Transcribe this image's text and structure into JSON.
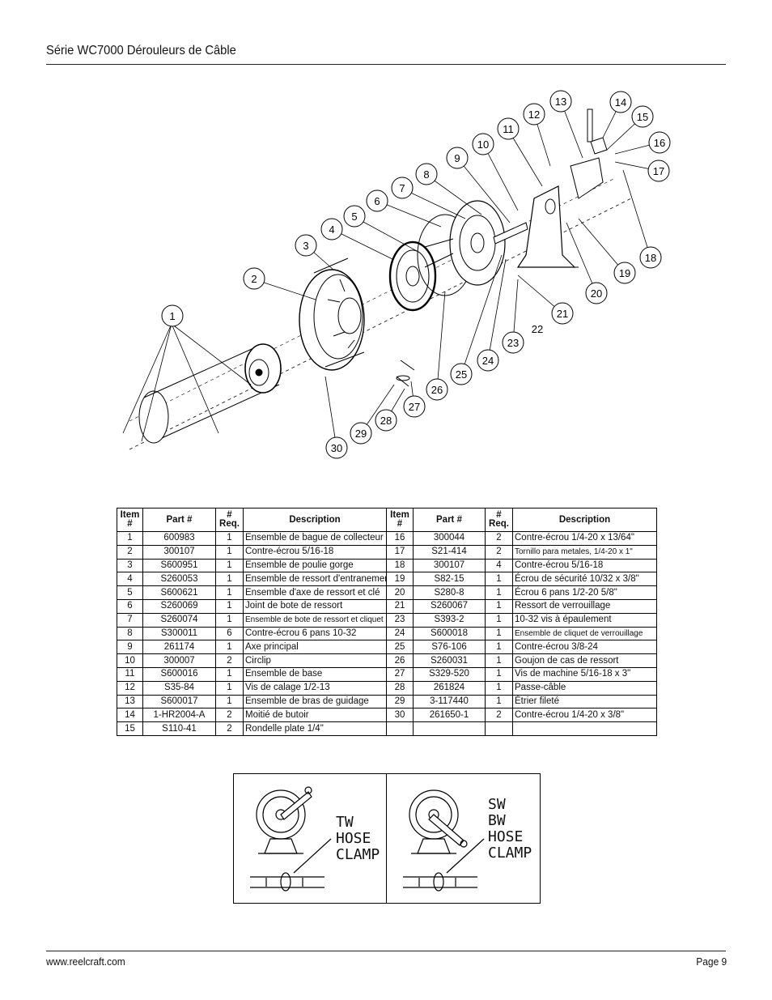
{
  "header": {
    "title": "Série WC7000 Dérouleurs de Câble"
  },
  "diagram": {
    "callouts": [
      "1",
      "2",
      "3",
      "4",
      "5",
      "6",
      "7",
      "8",
      "9",
      "10",
      "11",
      "12",
      "13",
      "14",
      "15",
      "16",
      "17",
      "18",
      "19",
      "20",
      "21",
      "22",
      "23",
      "24",
      "25",
      "26",
      "27",
      "28",
      "29",
      "30"
    ]
  },
  "table": {
    "headers": [
      "Item #",
      "Part #",
      "# Req.",
      "Description",
      "Item #",
      "Part #",
      "# Req.",
      "Description"
    ],
    "rows": [
      [
        "1",
        "600983",
        "1",
        "Ensemble de bague de collecteur",
        "16",
        "300044",
        "2",
        "Contre-écrou 1/4-20 x 13/64\""
      ],
      [
        "2",
        "300107",
        "1",
        "Contre-écrou 5/16-18",
        "17",
        "S21-414",
        "2",
        "Tornillo para metales, 1/4-20 x 1\""
      ],
      [
        "3",
        "S600951",
        "1",
        "Ensemble de poulie gorge",
        "18",
        "300107",
        "4",
        "Contre-écrou 5/16-18"
      ],
      [
        "4",
        "S260053",
        "1",
        "Ensemble de ressort d'entranement",
        "19",
        "S82-15",
        "1",
        "Écrou de sécurité 10/32 x 3/8\""
      ],
      [
        "5",
        "S600621",
        "1",
        "Ensemble d'axe de ressort et clé",
        "20",
        "S280-8",
        "1",
        "Écrou 6 pans 1/2-20 5/8\""
      ],
      [
        "6",
        "S260069",
        "1",
        "Joint de bote de ressort",
        "21",
        "S260067",
        "1",
        "Ressort de verrouillage"
      ],
      [
        "7",
        "S260074",
        "1",
        "Ensemble de bote de ressort et cliquet",
        "23",
        "S393-2",
        "1",
        "10-32 vis à épaulement"
      ],
      [
        "8",
        "S300011",
        "6",
        "Contre-écrou 6 pans 10-32",
        "24",
        "S600018",
        "1",
        "Ensemble de cliquet de verrouillage"
      ],
      [
        "9",
        "261174",
        "1",
        "Axe principal",
        "25",
        "S76-106",
        "1",
        "Contre-écrou 3/8-24"
      ],
      [
        "10",
        "300007",
        "2",
        "Circlip",
        "26",
        "S260031",
        "1",
        "Goujon de cas de ressort"
      ],
      [
        "11",
        "S600016",
        "1",
        "Ensemble de base",
        "27",
        "S329-520",
        "1",
        "Vis de machine 5/16-18 x 3\""
      ],
      [
        "12",
        "S35-84",
        "1",
        "Vis de calage 1/2-13",
        "28",
        "261824",
        "1",
        "Passe-câble"
      ],
      [
        "13",
        "S600017",
        "1",
        "Ensemble de bras de guidage",
        "29",
        "3-117440",
        "1",
        "Étrier fileté"
      ],
      [
        "14",
        "1-HR2004-A",
        "2",
        "Moitié de butoir",
        "30",
        "261650-1",
        "2",
        "Contre-écrou 1/4-20 x 3/8\""
      ],
      [
        "15",
        "S110-41",
        "2",
        "Rondelle plate 1/4\"",
        "",
        "",
        "",
        ""
      ]
    ]
  },
  "clamps": {
    "left_label": "TW\nHOSE\nCLAMP",
    "right_label": "SW\nBW\nHOSE\nCLAMP"
  },
  "footer": {
    "url": "www.reelcraft.com",
    "page": "Page 9"
  }
}
